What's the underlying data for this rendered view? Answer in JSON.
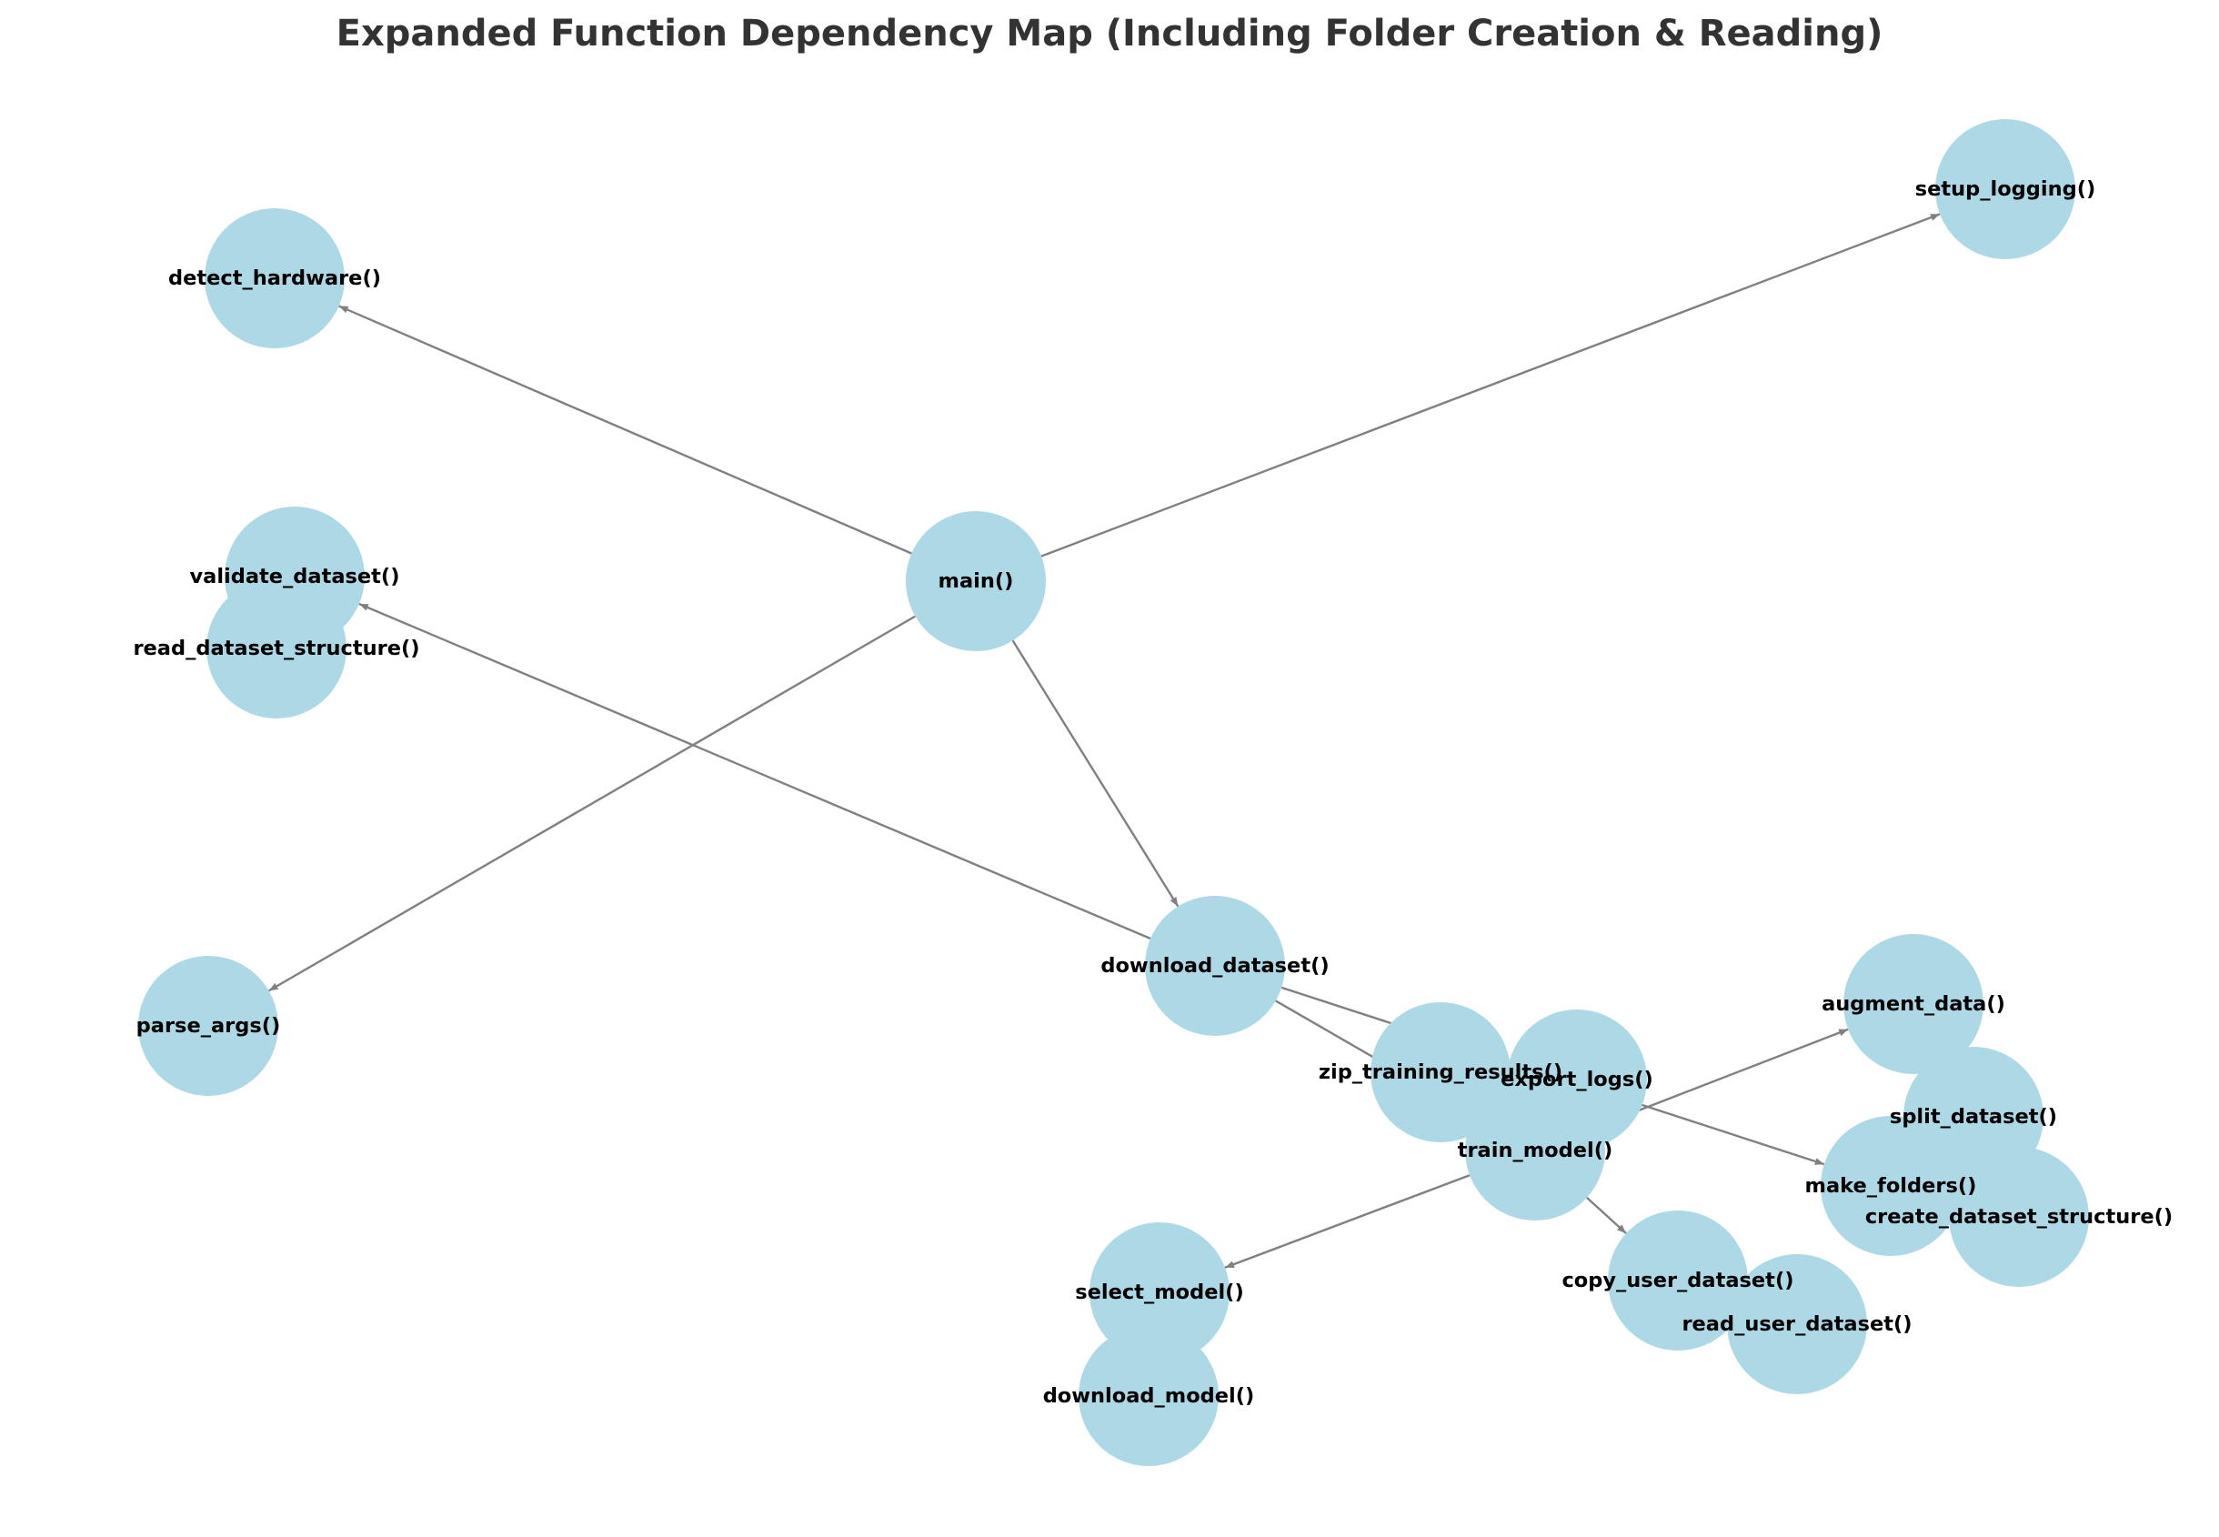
{
  "title": "Expanded Function Dependency Map (Including Folder Creation & Reading)",
  "colors": {
    "node_fill": "#add8e6",
    "edge": "#808080",
    "label": "#000000",
    "title": "#333333"
  },
  "nodes": [
    {
      "id": "setup_logging",
      "label": "setup_logging()"
    },
    {
      "id": "detect_hardware",
      "label": "detect_hardware()"
    },
    {
      "id": "validate_dataset",
      "label": "validate_dataset()"
    },
    {
      "id": "read_dataset_structure",
      "label": "read_dataset_structure()"
    },
    {
      "id": "main",
      "label": "main()"
    },
    {
      "id": "download_dataset",
      "label": "download_dataset()"
    },
    {
      "id": "parse_args",
      "label": "parse_args()"
    },
    {
      "id": "augment_data",
      "label": "augment_data()"
    },
    {
      "id": "zip_training_results",
      "label": "zip_training_results()"
    },
    {
      "id": "export_logs",
      "label": "export_logs()"
    },
    {
      "id": "split_dataset",
      "label": "split_dataset()"
    },
    {
      "id": "train_model",
      "label": "train_model()"
    },
    {
      "id": "make_folders",
      "label": "make_folders()"
    },
    {
      "id": "create_dataset_structure",
      "label": "create_dataset_structure()"
    },
    {
      "id": "copy_user_dataset",
      "label": "copy_user_dataset()"
    },
    {
      "id": "select_model",
      "label": "select_model()"
    },
    {
      "id": "read_user_dataset",
      "label": "read_user_dataset()"
    },
    {
      "id": "download_model",
      "label": "download_model()"
    }
  ],
  "edges": [
    {
      "from": "main",
      "to": "setup_logging"
    },
    {
      "from": "main",
      "to": "detect_hardware"
    },
    {
      "from": "main",
      "to": "parse_args"
    },
    {
      "from": "main",
      "to": "download_dataset"
    },
    {
      "from": "download_dataset",
      "to": "validate_dataset"
    },
    {
      "from": "download_dataset",
      "to": "train_model"
    },
    {
      "from": "download_dataset",
      "to": "make_folders"
    },
    {
      "from": "train_model",
      "to": "augment_data"
    },
    {
      "from": "train_model",
      "to": "select_model"
    },
    {
      "from": "train_model",
      "to": "copy_user_dataset"
    }
  ]
}
